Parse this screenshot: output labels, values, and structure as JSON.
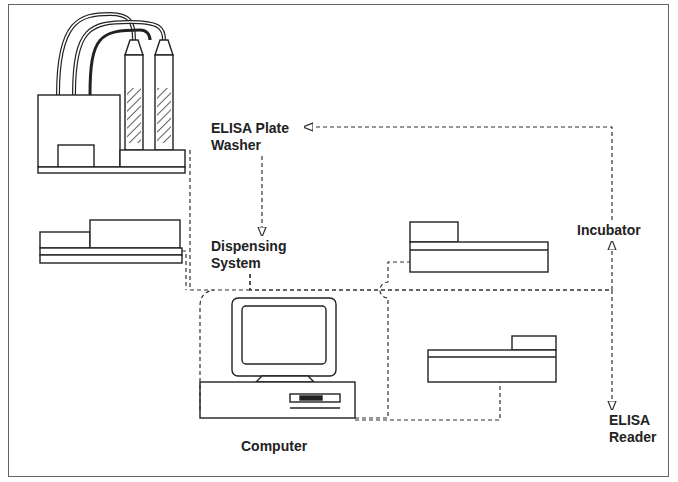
{
  "diagram": {
    "nodes": [
      {
        "text": [
          "ELISA Plate Washer"
        ]
      },
      {
        "text": [
          "Dispensing System"
        ]
      },
      {
        "text": [
          "Incubator"
        ]
      },
      {
        "text": [
          "ELISA Reader"
        ]
      },
      {
        "text": [
          "Computer"
        ]
      }
    ],
    "edges": [
      {
        "from": 2,
        "to": 0,
        "arrow": "to"
      },
      {
        "from": 0,
        "to": 1,
        "arrow": "to"
      },
      {
        "from": 1,
        "to": 2,
        "arrow": "to"
      },
      {
        "from": 1,
        "to": 3,
        "arrow": "to"
      }
    ]
  }
}
